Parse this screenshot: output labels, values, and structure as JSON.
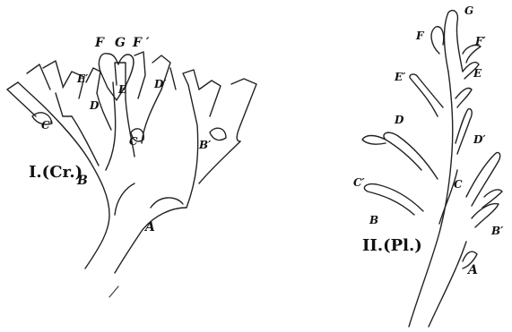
{
  "figure_I": {
    "caption": "I.(Cr.)",
    "labels": {
      "F": "F",
      "G": "G",
      "F_prime": "F ′",
      "E_prime": "E′",
      "E": "E",
      "D_prime": "D′",
      "D": "D",
      "C_prime": "C′",
      "C": "C",
      "B_prime": "B′",
      "B": "B",
      "A": "A"
    }
  },
  "figure_II": {
    "caption": "II.(Pl.)",
    "labels": {
      "G": "G",
      "F": "F",
      "F_prime": "F′",
      "E_prime": "E′",
      "E": "E",
      "D": "D",
      "D_prime": "D′",
      "C_prime": "C′",
      "C": "C",
      "B": "B",
      "B_prime": "B′",
      "A": "A"
    }
  }
}
